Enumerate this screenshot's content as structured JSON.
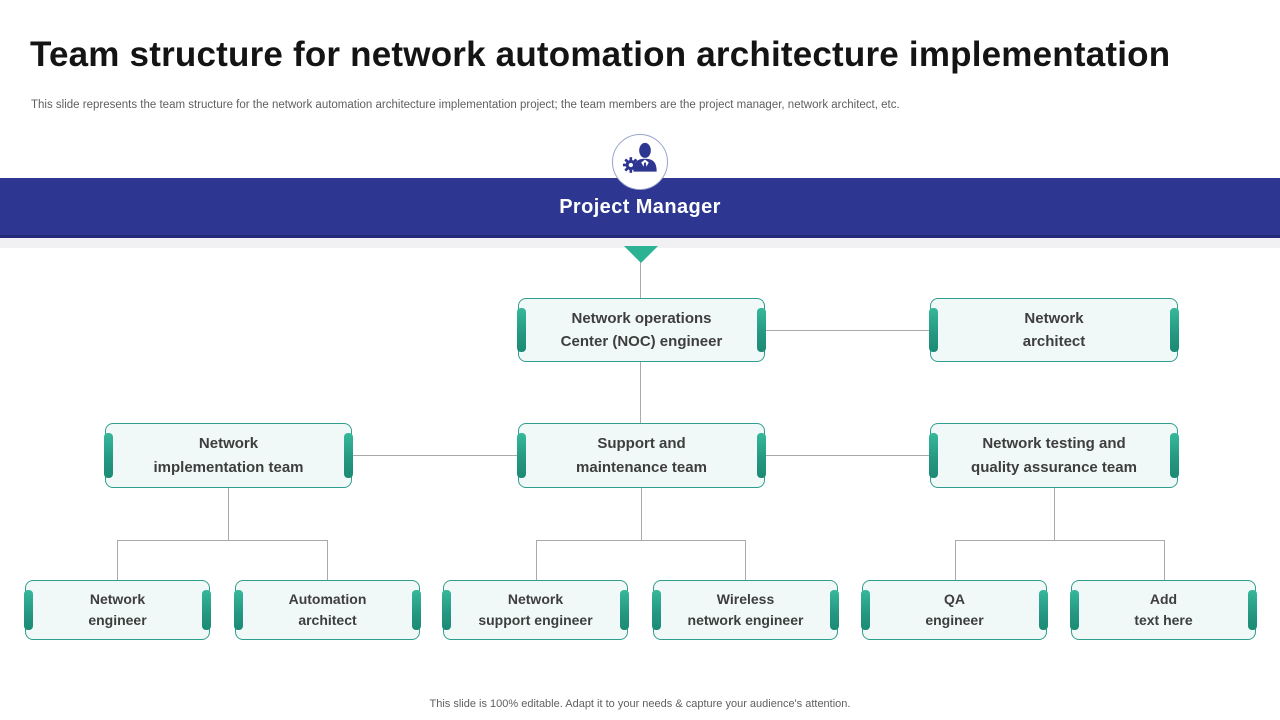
{
  "slide": {
    "title": "Team structure for network automation architecture implementation",
    "subtitle": "This slide represents the team structure for the network automation architecture implementation project; the team members are the project manager, network architect, etc.",
    "footer": "This slide is 100% editable. Adapt it to your needs & capture your audience's attention."
  },
  "banner": {
    "label": "Project Manager",
    "icon": "project-manager-person-gear-icon"
  },
  "org": {
    "level1": [
      {
        "line1": "Network operations",
        "line2": "Center (NOC) engineer"
      },
      {
        "line1": "Network",
        "line2": "architect"
      }
    ],
    "level2": [
      {
        "line1": "Network",
        "line2": "implementation team"
      },
      {
        "line1": "Support and",
        "line2": "maintenance team"
      },
      {
        "line1": "Network testing and",
        "line2": "quality assurance team"
      }
    ],
    "level3": [
      {
        "line1": "Network",
        "line2": "engineer"
      },
      {
        "line1": "Automation",
        "line2": "architect"
      },
      {
        "line1": "Network",
        "line2": "support engineer"
      },
      {
        "line1": "Wireless",
        "line2": "network engineer"
      },
      {
        "line1": "QA",
        "line2": "engineer"
      },
      {
        "line1": "Add",
        "line2": "text here"
      }
    ]
  },
  "colors": {
    "banner_blue": "#2d3791",
    "teal_accent": "#2f9e8d",
    "node_background": "#f0f9f7",
    "connector_gray": "#aaaaaa"
  }
}
